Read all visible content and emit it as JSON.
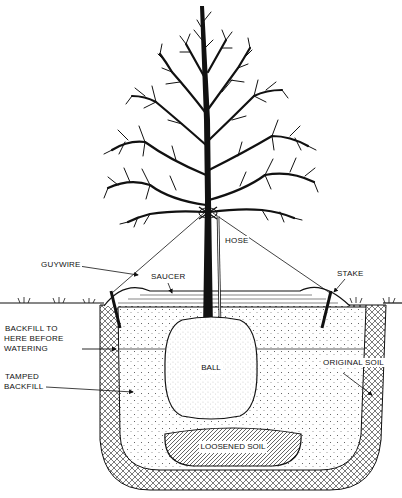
{
  "diagram": {
    "nodes": [
      {
        "text": [
          "BALL"
        ]
      },
      {
        "text": [
          "LOOSENED SOIL"
        ]
      }
    ],
    "labels": [
      "GUYWIRE",
      "HOSE",
      "SAUCER",
      "STAKE",
      "BACKFILL TO HERE BEFORE WATERING",
      "TAMPED BACKFILL",
      "ORIGINAL SOIL"
    ]
  }
}
